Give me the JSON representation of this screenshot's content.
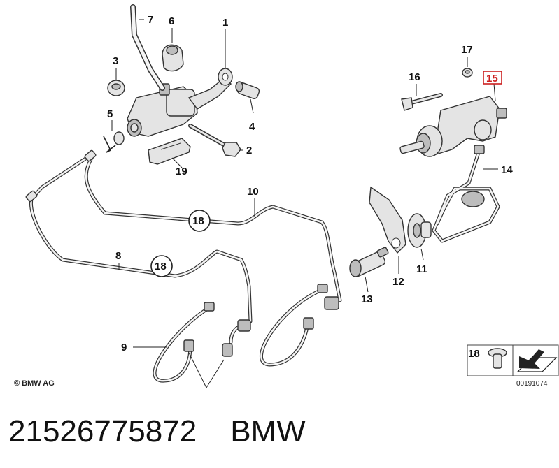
{
  "callouts": {
    "c1": "1",
    "c2": "2",
    "c3": "3",
    "c4": "4",
    "c5": "5",
    "c6": "6",
    "c7": "7",
    "c8": "8",
    "c9": "9",
    "c10": "10",
    "c11": "11",
    "c12": "12",
    "c13": "13",
    "c14": "14",
    "c15": "15",
    "c16": "16",
    "c17": "17",
    "c19": "19"
  },
  "tags": {
    "t18a": "18",
    "t18b": "18",
    "legend18": "18"
  },
  "copyright": "© BMW AG",
  "diagram_id": "00191074",
  "caption": {
    "part_number": "21526775872",
    "brand": "BMW"
  },
  "colors": {
    "highlight": "#cc1f1f",
    "ink": "#222222"
  }
}
